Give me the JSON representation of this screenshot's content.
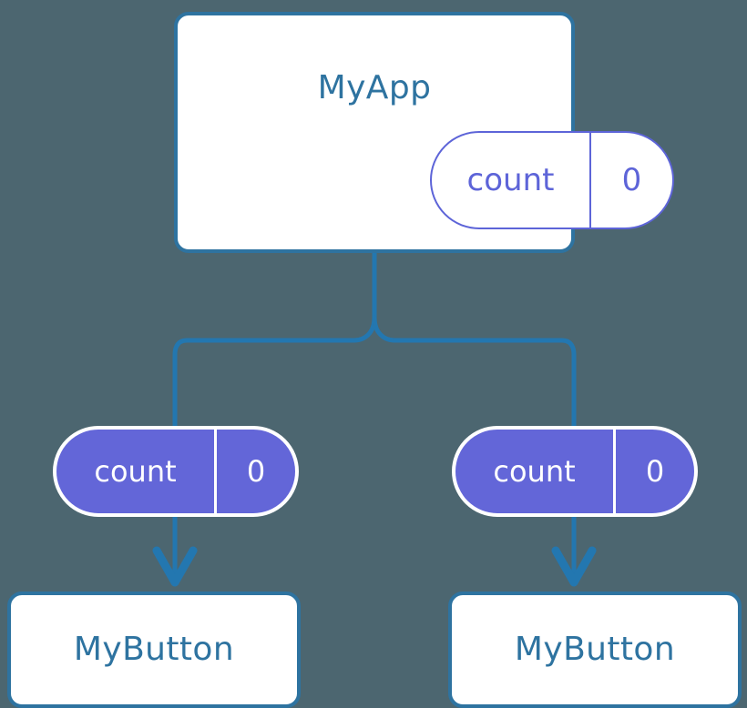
{
  "diagram": {
    "title": "MyApp",
    "background_color": "#4c6670",
    "accent_color": "#2e73a0",
    "state_color": "#6366d8",
    "state_outline_color": "#5d64d8",
    "box_fill_color": "#ffffff"
  },
  "root": {
    "name": "MyApp",
    "state": {
      "key": "count",
      "value": "0"
    }
  },
  "branches": [
    {
      "state": {
        "key": "count",
        "value": "0"
      },
      "child": {
        "name": "MyButton"
      }
    },
    {
      "state": {
        "key": "count",
        "value": "0"
      },
      "child": {
        "name": "MyButton"
      }
    }
  ],
  "connectors": {
    "trunk_label": "state-flow-trunk",
    "left_branch_label": "state-flow-left",
    "right_branch_label": "state-flow-right",
    "line_color": "#2377b0"
  }
}
